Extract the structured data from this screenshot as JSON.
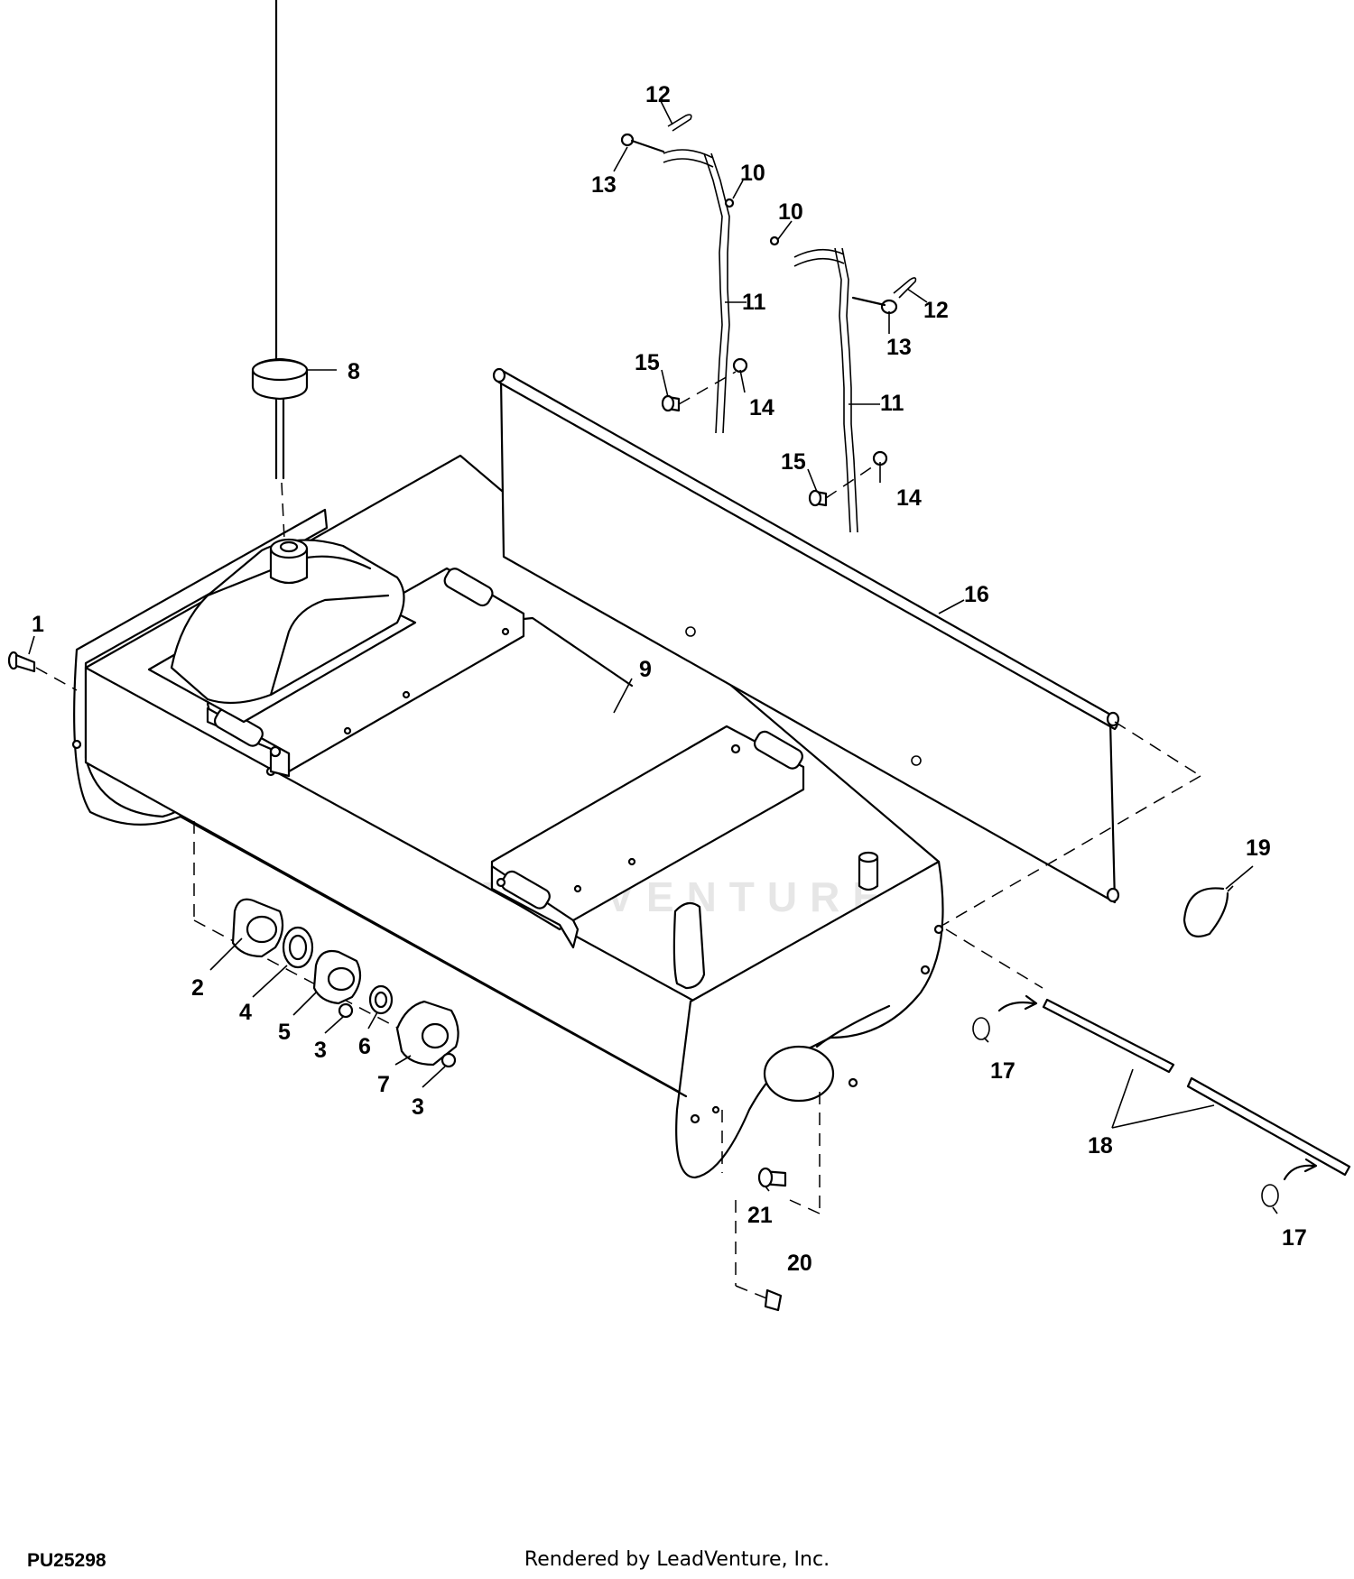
{
  "figure_id": "PU25298",
  "credit": "Rendered by LeadVenture, Inc.",
  "watermark": "LEADVENTURE",
  "callouts": {
    "c1": "1",
    "c2": "2",
    "c3a": "3",
    "c3b": "3",
    "c4": "4",
    "c5": "5",
    "c6": "6",
    "c7": "7",
    "c8": "8",
    "c9": "9",
    "c10a": "10",
    "c10b": "10",
    "c11a": "11",
    "c11b": "11",
    "c12a": "12",
    "c12b": "12",
    "c13a": "13",
    "c13b": "13",
    "c14a": "14",
    "c14b": "14",
    "c15a": "15",
    "c15b": "15",
    "c16": "16",
    "c17a": "17",
    "c17b": "17",
    "c18": "18",
    "c19": "19",
    "c20": "20",
    "c21": "21"
  }
}
